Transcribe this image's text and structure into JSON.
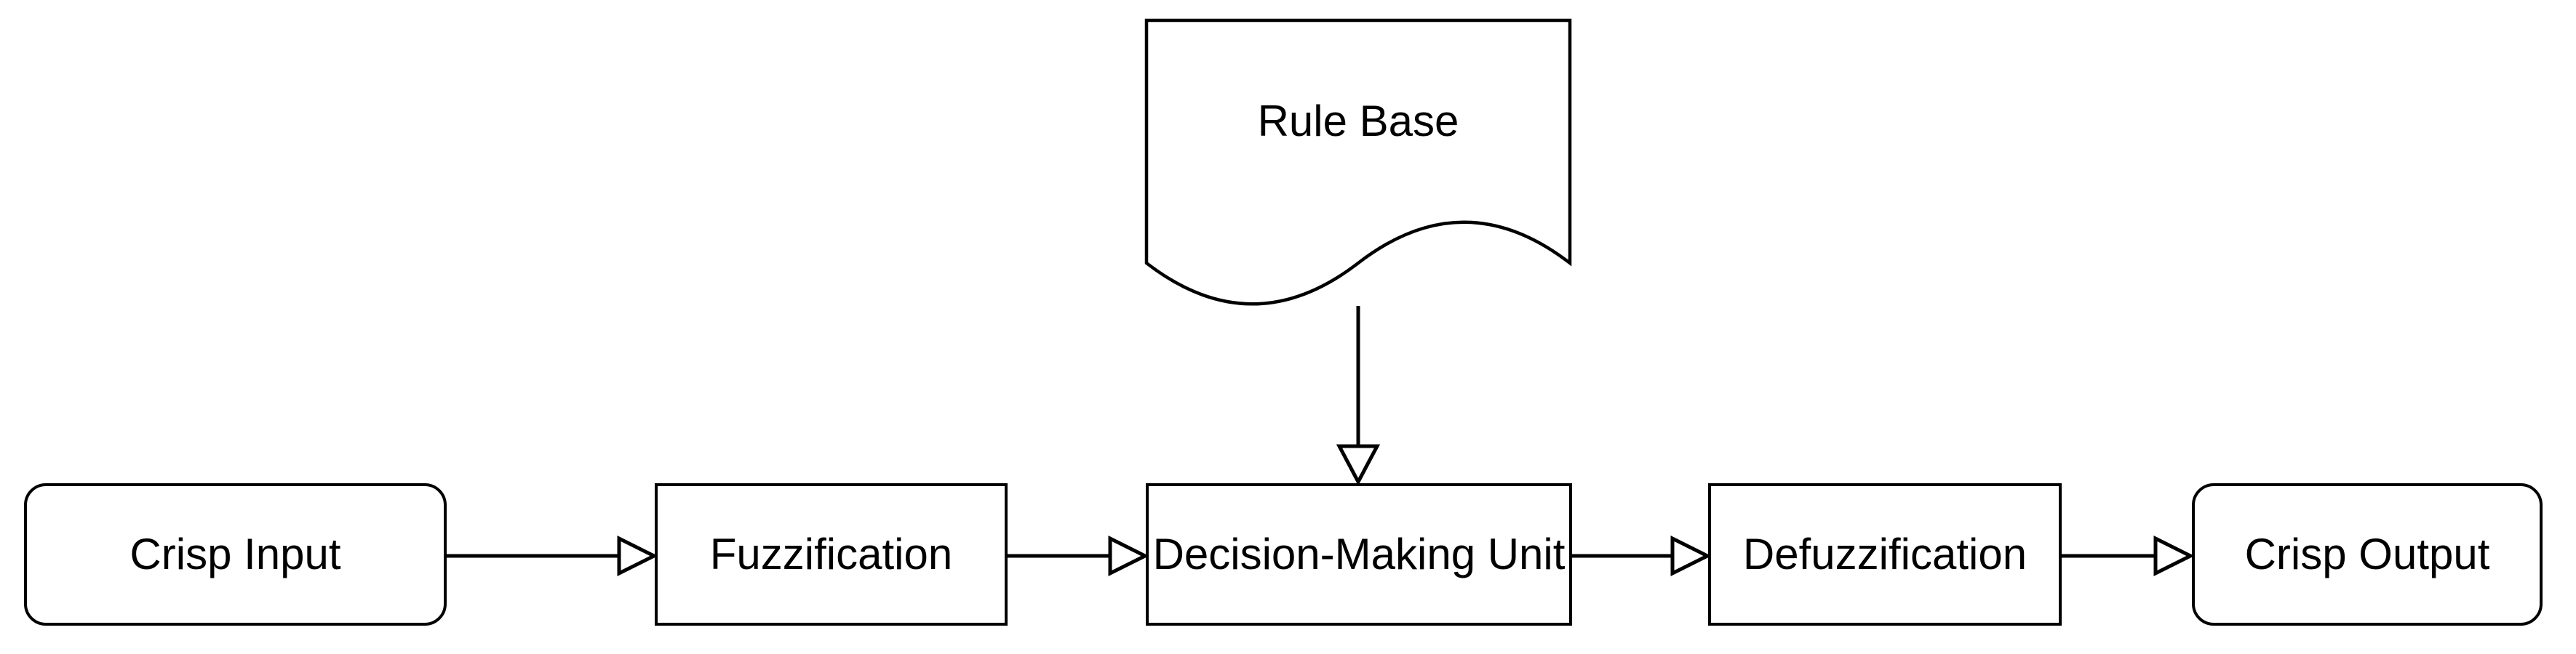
{
  "diagram": {
    "title": "",
    "background_color": "#ffffff",
    "line_color": "#000000",
    "text_color": "#000000",
    "nodes": {
      "rule_base": {
        "label": "Rule Base",
        "shape": "document"
      },
      "crisp_input": {
        "label": "Crisp Input",
        "shape": "rounded-rectangle"
      },
      "fuzzification": {
        "label": "Fuzzification",
        "shape": "rectangle"
      },
      "decision_making_unit": {
        "label": "Decision-Making Unit",
        "shape": "rectangle"
      },
      "defuzzification": {
        "label": "Defuzzification",
        "shape": "rectangle"
      },
      "crisp_output": {
        "label": "Crisp Output",
        "shape": "rounded-rectangle"
      }
    },
    "edges": [
      {
        "from": "crisp_input",
        "to": "fuzzification",
        "arrowhead": "open-triangle",
        "direction": "right"
      },
      {
        "from": "fuzzification",
        "to": "decision_making_unit",
        "arrowhead": "open-triangle",
        "direction": "right"
      },
      {
        "from": "rule_base",
        "to": "decision_making_unit",
        "arrowhead": "open-triangle",
        "direction": "down"
      },
      {
        "from": "decision_making_unit",
        "to": "defuzzification",
        "arrowhead": "open-triangle",
        "direction": "right"
      },
      {
        "from": "defuzzification",
        "to": "crisp_output",
        "arrowhead": "open-triangle",
        "direction": "right"
      }
    ]
  }
}
